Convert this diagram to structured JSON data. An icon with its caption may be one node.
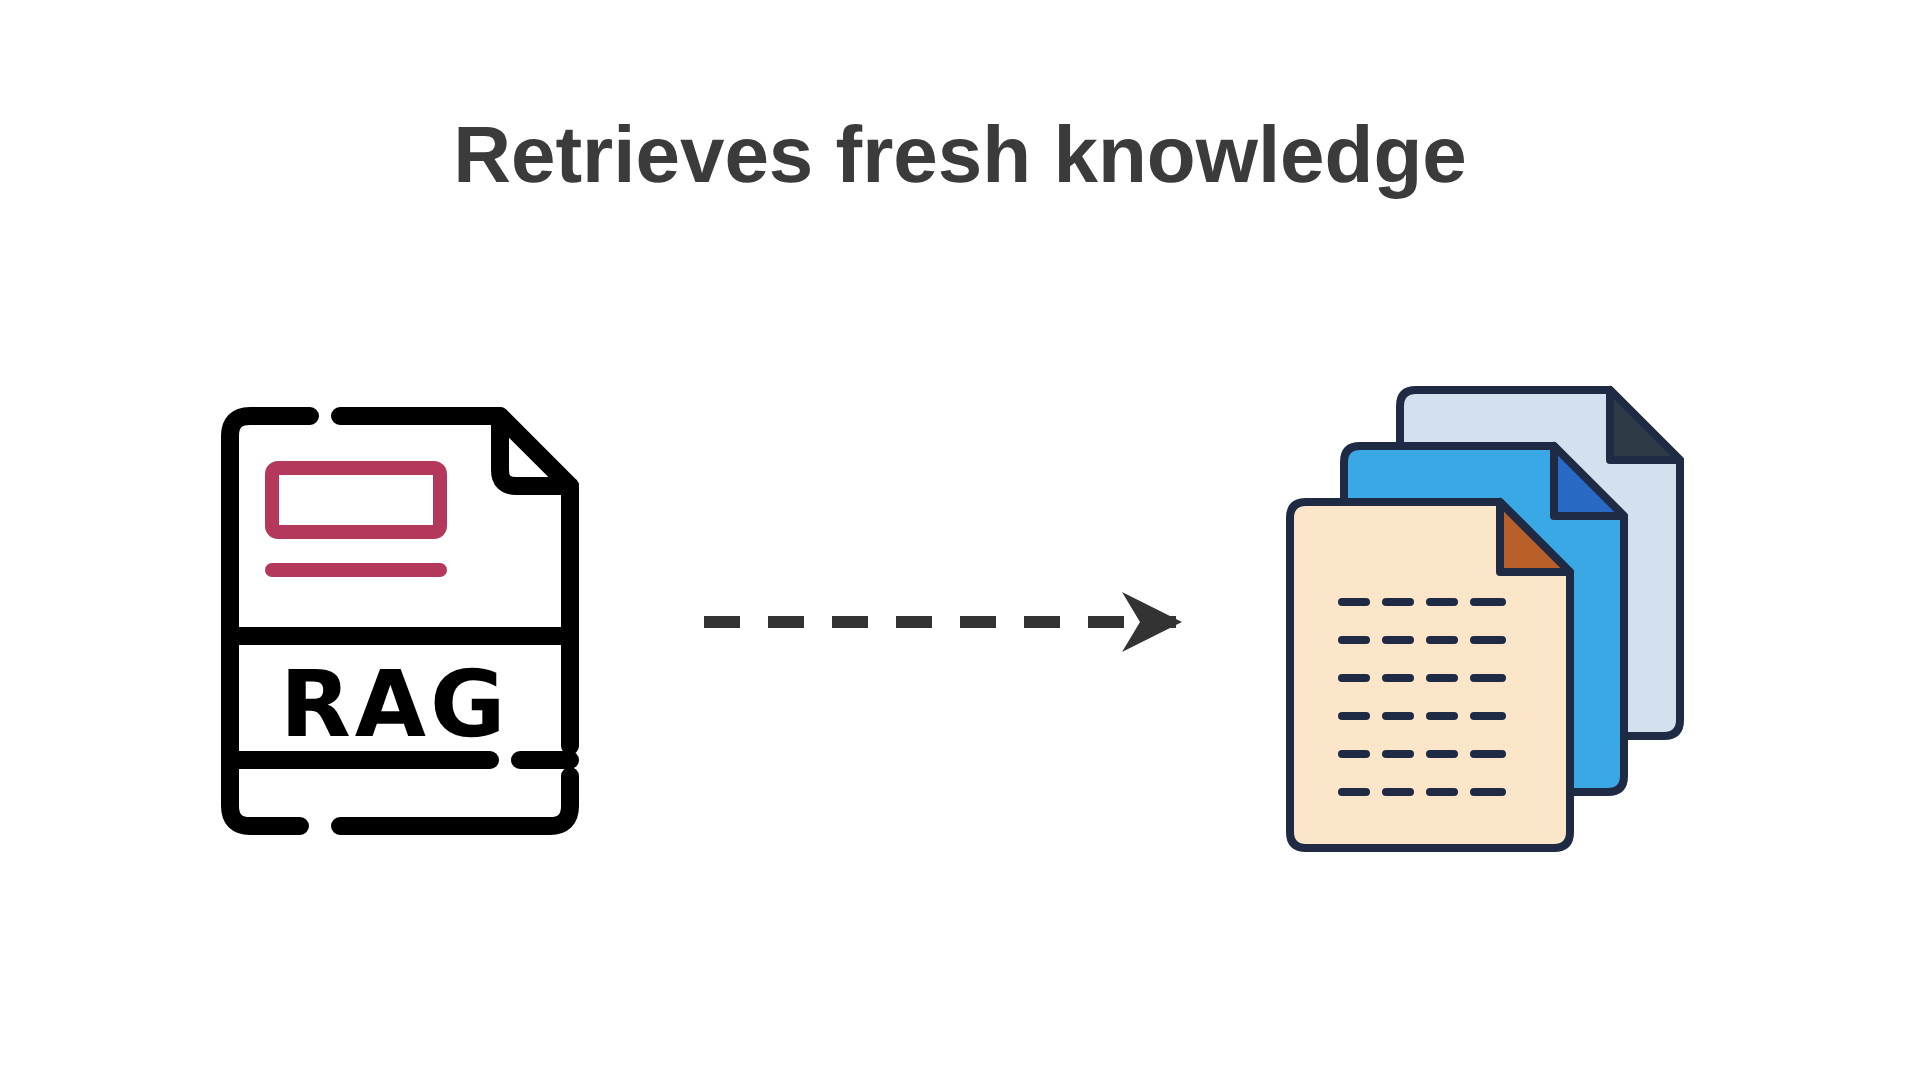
{
  "diagram": {
    "title": "Retrieves fresh knowledge",
    "nodes": [
      {
        "text": [
          "RAG"
        ]
      },
      {
        "text": [],
        "shape": "picture"
      }
    ],
    "edges": [
      {
        "from": 0,
        "to": 1,
        "arrow": "to",
        "style": "dashed"
      }
    ]
  }
}
